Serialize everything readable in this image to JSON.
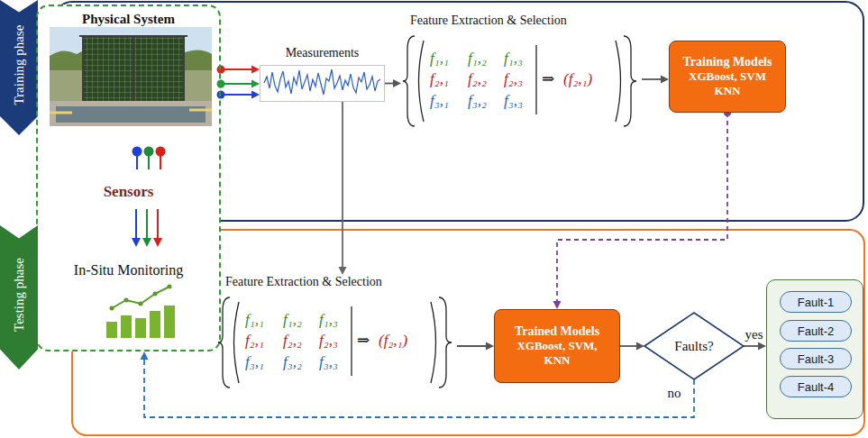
{
  "diagram": {
    "nodes": [
      {
        "text": [
          "Training phase"
        ]
      },
      {
        "text": [
          "Physical System",
          "Sensors",
          "In-Situ Monitoring"
        ]
      },
      {
        "text": [
          "Measurements"
        ]
      },
      {
        "text": [
          "Feature Extraction & Selection",
          "f₁,₁",
          "f₁,₂",
          "f₁,₃",
          "f₂,₁",
          "f₂,₂",
          "f₂,₃",
          "f₃,₁",
          "f₃,₂",
          "f₃,₃",
          "⇒",
          "(f₂,₁)"
        ]
      },
      {
        "text": [
          "Training Models",
          "XGBoost, SVM",
          "KNN"
        ]
      },
      {
        "text": [
          "Testing phase"
        ]
      },
      {
        "text": [
          "Feature Extraction & Selection",
          "f₁,₁",
          "f₁,₂",
          "f₁,₃",
          "f₂,₁",
          "f₂,₂",
          "f₂,₃",
          "f₃,₁",
          "f₃,₂",
          "f₃,₃",
          "⇒",
          "(f₂,₁)"
        ]
      },
      {
        "text": [
          "Trained Models",
          "XGBoost, SVM,",
          "KNN"
        ]
      },
      {
        "text": [
          "Faults?"
        ]
      },
      {
        "text": []
      },
      {
        "text": [
          "Fault-1"
        ],
        "in": 9
      },
      {
        "text": [
          "Fault-2"
        ],
        "in": 9
      },
      {
        "text": [
          "Fault-3"
        ],
        "in": 9
      },
      {
        "text": [
          "Fault-4"
        ],
        "in": 9
      }
    ],
    "edges": [
      {
        "from": 1,
        "to": 2,
        "arrow": "to"
      },
      {
        "from": 1,
        "to": 2,
        "arrow": "to"
      },
      {
        "from": 1,
        "to": 2,
        "arrow": "to"
      },
      {
        "from": 2,
        "to": 3,
        "arrow": "to"
      },
      {
        "from": 3,
        "to": 4,
        "arrow": "to"
      },
      {
        "from": 4,
        "to": 7,
        "arrow": "to"
      },
      {
        "from": 2,
        "to": 6,
        "arrow": "to"
      },
      {
        "from": 6,
        "to": 7,
        "arrow": "to"
      },
      {
        "from": 7,
        "to": 8,
        "arrow": "to"
      },
      {
        "from": 8,
        "to": 9,
        "label": "yes",
        "arrow": "to"
      },
      {
        "from": 8,
        "to": 1,
        "label": "no",
        "arrow": "to"
      }
    ]
  }
}
